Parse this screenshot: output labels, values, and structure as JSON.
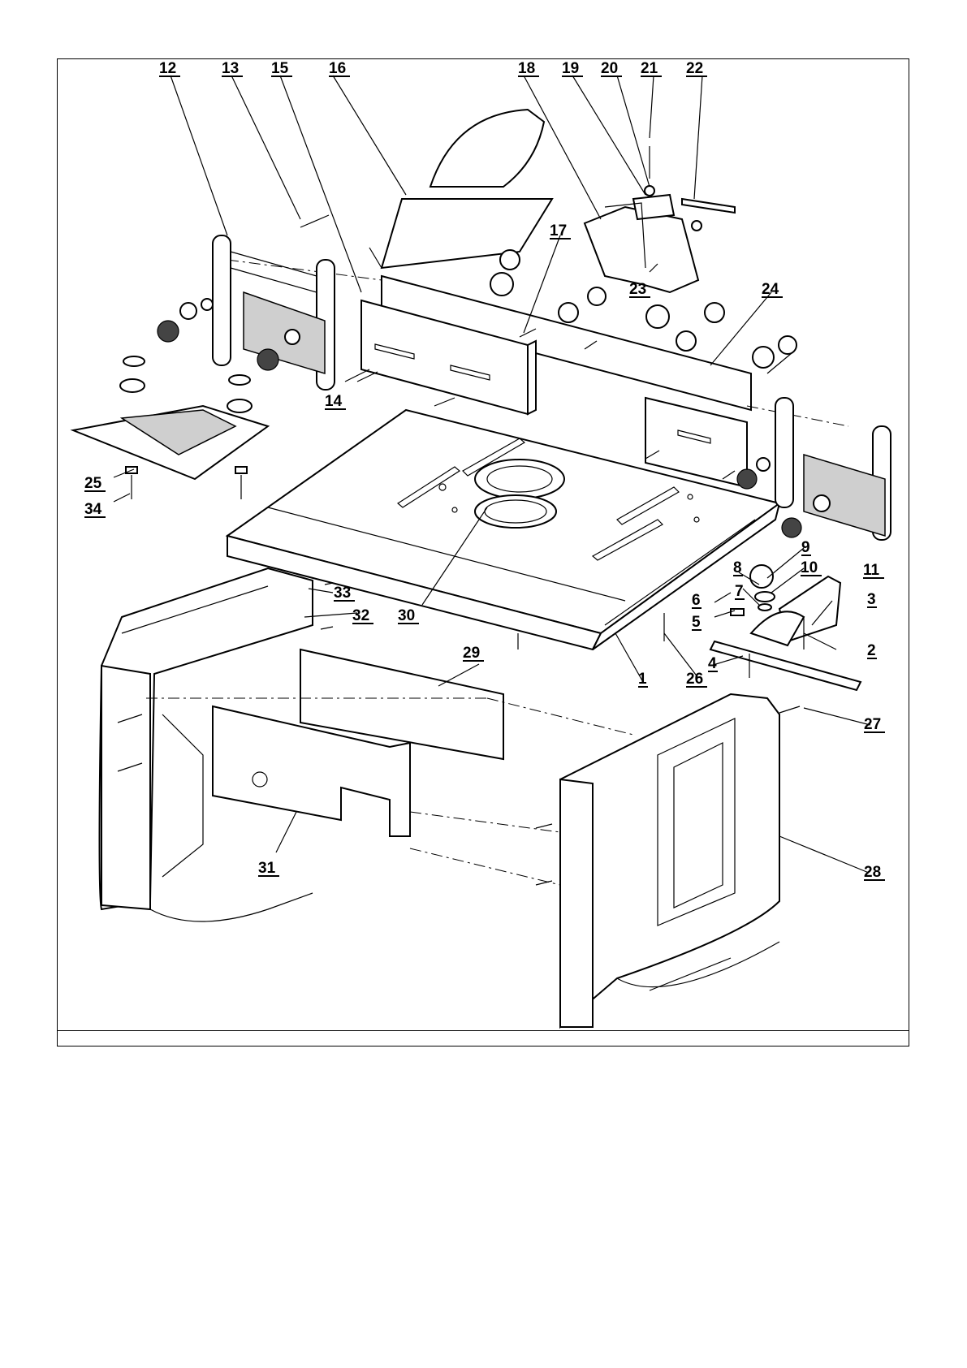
{
  "diagram": {
    "part_labels": [
      "1",
      "2",
      "3",
      "4",
      "5",
      "6",
      "7",
      "8",
      "9",
      "10",
      "11",
      "12",
      "13",
      "14",
      "15",
      "16",
      "17",
      "18",
      "19",
      "20",
      "21",
      "22",
      "23",
      "24",
      "25",
      "26",
      "27",
      "28",
      "29",
      "30",
      "31",
      "32",
      "33",
      "34"
    ]
  }
}
